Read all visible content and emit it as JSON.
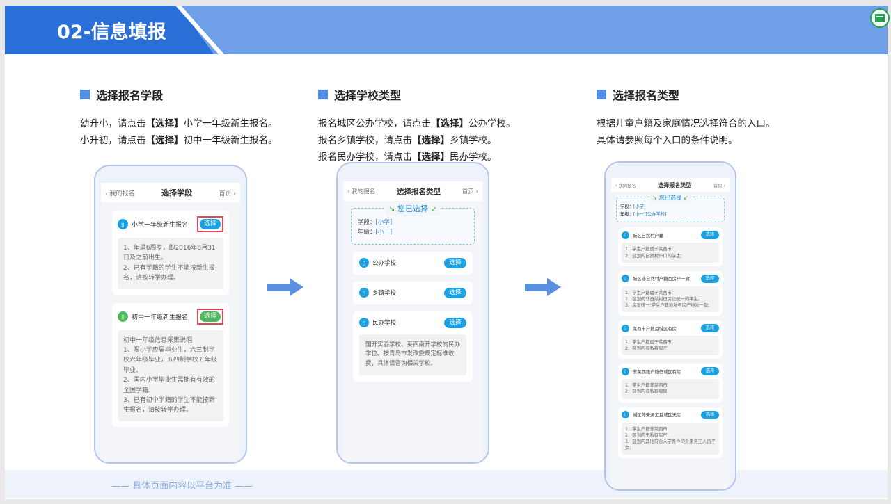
{
  "header": {
    "title": "02-信息填报"
  },
  "columns": [
    {
      "heading": "选择报名学段",
      "lines": [
        [
          "幼升小，请点击",
          "【选择】",
          "小学一年级新生报名。"
        ],
        [
          "小升初，请点击",
          "【选择】",
          "初中一年级新生报名。"
        ]
      ]
    },
    {
      "heading": "选择学校类型",
      "lines": [
        [
          "报名城区公办学校，请点击",
          "【选择】",
          "公办学校。"
        ],
        [
          "报名乡镇学校，请点击",
          "【选择】",
          "乡镇学校。"
        ],
        [
          "报名民办学校，请点击",
          "【选择】",
          "民办学校。"
        ]
      ]
    },
    {
      "heading": "选择报名类型",
      "lines": [
        [
          "根据儿童户籍及家庭情况选择符合的入口。",
          "",
          ""
        ],
        [
          "具体请参照每个入口的条件说明。",
          "",
          ""
        ]
      ]
    }
  ],
  "phones": [
    {
      "back": "我的报名",
      "title": "选择学段",
      "home": "首页",
      "cards": [
        {
          "title": "小学一年级新生报名",
          "button": "选择",
          "color": "#1ba1e2",
          "desc": [
            "1、年满6周岁，即2016年8月31日及之前出生。",
            "2、已有学籍的学生不能按新生报名，请按转学办理。"
          ]
        },
        {
          "title": "初中一年级新生报名",
          "button": "选择",
          "color": "#4cb85c",
          "desc": [
            "初中一年级信息采集说明",
            "1、限小学应届毕业生，六三制学校六年级毕业，五四制学校五年级毕业。",
            "2、国内小学毕业生需拥有有效的全国学籍。",
            "3、已有初中学籍的学生不能按新生报名，请按转学办理。"
          ]
        }
      ]
    },
    {
      "back": "我的报名",
      "title": "选择报名类型",
      "home": "首页",
      "selected": {
        "label": "您已选择",
        "rows": [
          [
            "学段：",
            "[小学]"
          ],
          [
            "年级：",
            "[小一]"
          ]
        ]
      },
      "cards": [
        {
          "title": "公办学校",
          "button": "选择",
          "color": "#1ba1e2",
          "desc": []
        },
        {
          "title": "乡镇学校",
          "button": "选择",
          "color": "#1ba1e2",
          "desc": []
        },
        {
          "title": "民办学校",
          "button": "选择",
          "color": "#1ba1e2",
          "desc": [
            "国开实验学校、莱西南开学校的民办学位。按青岛市发改委规定标准收费，具体请咨询相关学校。"
          ]
        }
      ]
    },
    {
      "back": "我的报名",
      "title": "选择报名类型",
      "home": "首页",
      "selected": {
        "label": "您已选择",
        "rows": [
          [
            "学段：",
            "[小学]"
          ],
          [
            "年级：",
            "[小一][公办学校]"
          ]
        ]
      },
      "cards": [
        {
          "title": "城区自然村户籍",
          "button": "选择",
          "color": "#1ba1e2",
          "desc": [
            "1、学生户籍属于莱西市;",
            "2、区划内自然村户口的学生;"
          ]
        },
        {
          "title": "城区非自然村户籍且房户一致",
          "button": "选择",
          "color": "#1ba1e2",
          "desc": [
            "1、学生户籍属于莱西市;",
            "2、区划内非自然村但房证统一的学生;",
            "3、房证统一:学生户籍地址与房产地址一致;"
          ]
        },
        {
          "title": "莱西市户籍且城区有房",
          "button": "选择",
          "color": "#1ba1e2",
          "desc": [
            "1、学生户籍属于莱西市;",
            "2、区划内有私有房产;"
          ]
        },
        {
          "title": "非莱西籍户籍但城区有房",
          "button": "选择",
          "color": "#1ba1e2",
          "desc": [
            "1、学生户籍非莱西市;",
            "2、区划内有私有房屋;"
          ]
        },
        {
          "title": "城区外来务工且城区无房",
          "button": "选择",
          "color": "#1ba1e2",
          "desc": [
            "1、学生户籍非莱西市;",
            "2、区划内无私有房产;",
            "3、区划内其他符合入学条件的外来务工人员子女;"
          ]
        }
      ]
    }
  ],
  "footer": {
    "note": "—— 具体页面内容以平台为准 ——"
  },
  "colors": {
    "banner": "#6f9fe6",
    "banner_dark": "#2a6fd8",
    "button_blue": "#1ba1e2",
    "button_green": "#4cb85c",
    "highlight": "#e0455a"
  }
}
